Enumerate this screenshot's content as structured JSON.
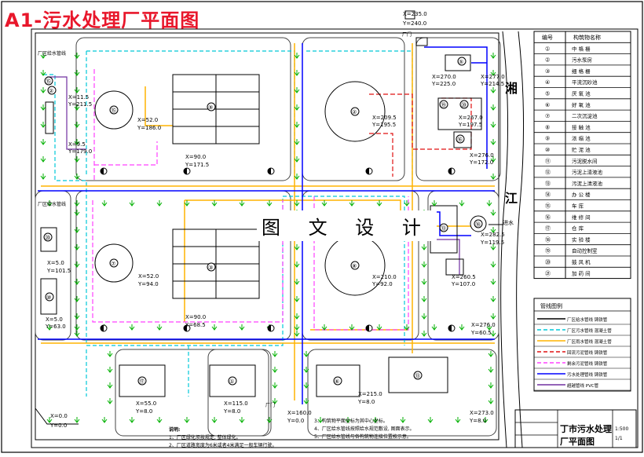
{
  "title": "A1-污水处理厂平面图",
  "watermark": "图 文 设 计",
  "river": {
    "chars": [
      "湘",
      "江"
    ],
    "inlet": "进水"
  },
  "units": [
    "⑮",
    "②",
    "⑨",
    "⑧",
    "⑦",
    "③",
    "⑤",
    "⑲",
    "⑳",
    "⑯",
    "⑬",
    "⑱",
    "⑳",
    "⑩",
    "⑰",
    "①",
    "⑥",
    "⑬"
  ],
  "legend_table": {
    "headers": [
      "编号",
      "构筑物名称"
    ],
    "rows": [
      [
        "①",
        "中 格 栅"
      ],
      [
        "②",
        "污水泵房"
      ],
      [
        "③",
        "细 格 栅"
      ],
      [
        "④",
        "平流沉砂池"
      ],
      [
        "⑤",
        "厌 氧 池"
      ],
      [
        "⑥",
        "好 氧 池"
      ],
      [
        "⑦",
        "二次沉淀池"
      ],
      [
        "⑧",
        "接 触 池"
      ],
      [
        "⑨",
        "浓 缩 池"
      ],
      [
        "⑩",
        "贮 泥 池"
      ],
      [
        "⑪",
        "污泥脱水间"
      ],
      [
        "⑫",
        "污泥上清液池"
      ],
      [
        "⑬",
        "污泥上清液池"
      ],
      [
        "⑭",
        "办 公 楼"
      ],
      [
        "⑮",
        "车 库"
      ],
      [
        "⑯",
        "维 修 间"
      ],
      [
        "⑰",
        "仓 库"
      ],
      [
        "⑱",
        "实 验 楼"
      ],
      [
        "⑲",
        "自动控制室"
      ],
      [
        "⑳",
        "鼓 风 机"
      ],
      [
        "㉑",
        "加 药 间"
      ]
    ]
  },
  "pipe_legend": {
    "title": "管线图例",
    "items": [
      {
        "color": "#000000",
        "label": "厂区给水管线 铸铁管"
      },
      {
        "color": "#00c8d8",
        "label": "厂区污水管线 混凝土管"
      },
      {
        "color": "#ffb300",
        "label": "厂区雨水管线 混凝土管"
      },
      {
        "color": "#e01010",
        "label": "回流污泥管线 铸铁管"
      },
      {
        "color": "#ff40ff",
        "label": "剩余污泥管线 铸铁管"
      },
      {
        "color": "#0000ff",
        "label": "污水处理管线 铸铁管"
      },
      {
        "color": "#7030a0",
        "label": "超越管线 PVC管"
      }
    ]
  },
  "coordinates": [
    "X=235.0",
    "Y=240.0",
    "X=11.5",
    "Y=211.5",
    "X=52.0",
    "Y=186.0",
    "X=9.5",
    "Y=179.0",
    "X=90.0",
    "Y=171.5",
    "X=209.5",
    "Y=195.5",
    "X=270.0",
    "Y=225.0",
    "X=277.0",
    "Y=214.5",
    "X=267.0",
    "Y=197.5",
    "X=276.0",
    "Y=172.0",
    "X=5.0",
    "Y=101.5",
    "X=52.0",
    "Y=94.0",
    "X=210.0",
    "Y=92.0",
    "X=260.5",
    "Y=107.0",
    "X=282.5",
    "Y=119.5",
    "X=5.0",
    "Y=63.0",
    "X=90.0",
    "Y=68.5",
    "X=276.0",
    "Y=60.5",
    "X=55.0",
    "Y=8.0",
    "X=115.0",
    "Y=8.0",
    "X=160.0",
    "Y=0.0",
    "X=215.0",
    "Y=8.0",
    "X=273.0",
    "Y=8.0",
    "X=0.0",
    "Y=0.0"
  ],
  "road_labels": [
    "厂区给水管线",
    "厂区给水管线",
    "厂门",
    "厂门"
  ],
  "notes": [
    "说明:",
    "1、厂区绿化须按规定, 整体绿化。",
    "2、厂区道路宽度为6米或者4米满足一般车辆行驶。",
    "3、构筑物平面坐标为其中心坐标。",
    "4、厂区给水管线按照给水规范敷设, 图面表示。",
    "5、厂区给水管线与各构筑物连接位置按示意。"
  ],
  "title_block": {
    "main": "丁市污水处理厂平面图",
    "line1": "丁市污水处理",
    "line2": "厂平面图",
    "scale": "1:500",
    "sheet": "1/1"
  }
}
